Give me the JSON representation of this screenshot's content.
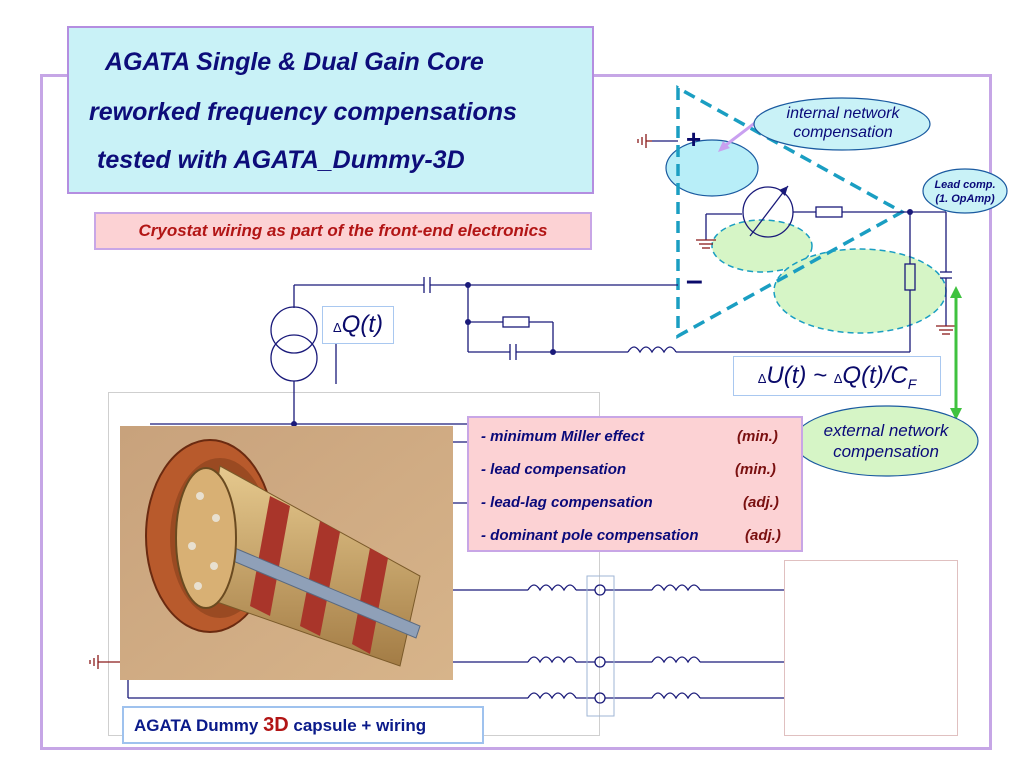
{
  "title": {
    "line1": "AGATA  Single & Dual  Gain  Core",
    "line2": "reworked frequency  compensations",
    "line3": "tested with AGATA_Dummy-3D"
  },
  "subtitle": "Cryostat wiring as part of the front-end electronics",
  "annotations": {
    "internal_line1": "internal network",
    "internal_line2": "compensation",
    "lead_comp_line1": "Lead comp.",
    "lead_comp_line2": "(1. OpAmp)",
    "external_line1": "external network",
    "external_line2": "compensation",
    "plus_sign": "+",
    "minus_sign": "–"
  },
  "formulas": {
    "delta": "Δ",
    "dq": "Q(t)",
    "du_part1": "U(t) ~ ",
    "du_part2": "Q(t)/C",
    "du_sub": "F"
  },
  "compensations": [
    {
      "label": "- minimum Miller effect",
      "tag": "(min.)"
    },
    {
      "label": "- lead compensation",
      "tag": "(min.)"
    },
    {
      "label": "- lead-lag compensation",
      "tag": "(adj.)"
    },
    {
      "label": "- dominant pole  compensation",
      "tag": "(adj.)"
    }
  ],
  "caption": {
    "prefix": "AGATA Dummy ",
    "highlight": "3D",
    "suffix": " capsule + wiring"
  },
  "colors": {
    "wire": "#1a1a7a",
    "triangle": "#1a9ec2",
    "ellipse_blue": "#b8eef8",
    "ellipse_green": "#d6f5c6",
    "arrow_green": "#3fc23f",
    "arrow_lilac": "#c9a0f0",
    "ground": "#8a1a1a"
  }
}
